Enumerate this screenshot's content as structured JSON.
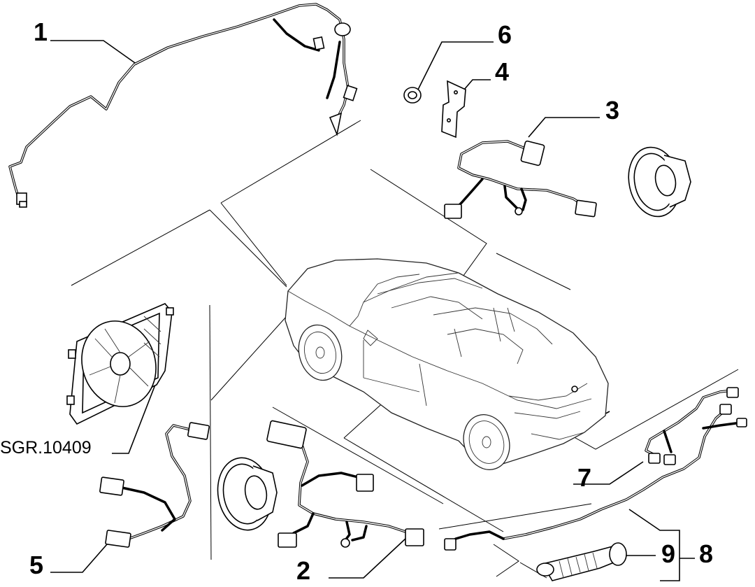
{
  "callouts": [
    {
      "id": "1",
      "label": "1"
    },
    {
      "id": "2",
      "label": "2"
    },
    {
      "id": "3",
      "label": "3"
    },
    {
      "id": "4",
      "label": "4"
    },
    {
      "id": "5",
      "label": "5"
    },
    {
      "id": "6",
      "label": "6"
    },
    {
      "id": "7",
      "label": "7"
    },
    {
      "id": "8",
      "label": "8"
    },
    {
      "id": "9",
      "label": "9"
    }
  ],
  "reference": "SGR.10409"
}
